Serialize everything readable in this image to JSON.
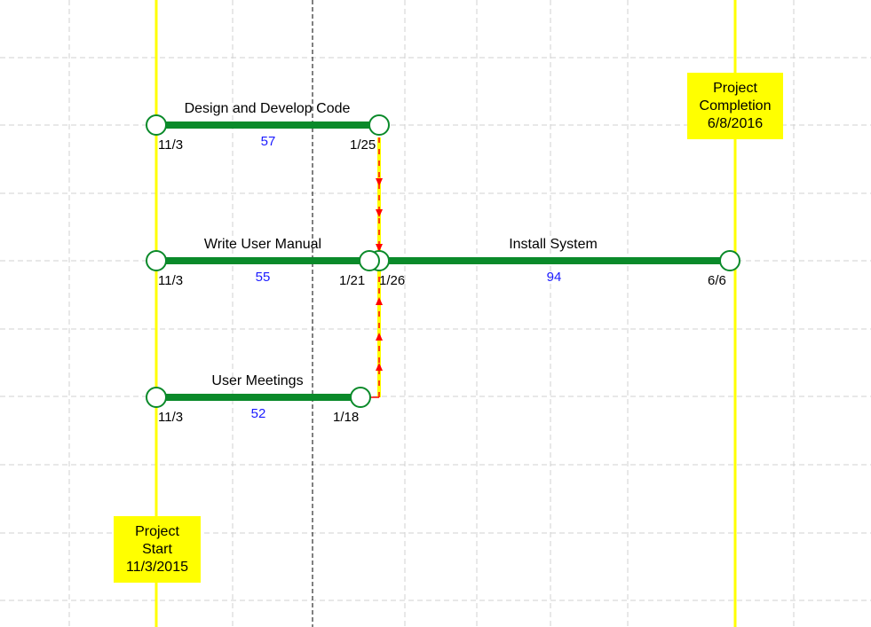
{
  "diagram": {
    "colors": {
      "background": "#ffffff",
      "grid": "#d0d0d0",
      "today_line": "#000000",
      "milestone_line": "#ffff00",
      "milestone_box": "#ffff00",
      "task_bar": "#0a8a2a",
      "node_fill": "#ffffff",
      "duration_text": "#1a1aff",
      "dependency_arrow": "#ff0000",
      "dependency_highlight": "#ffff00"
    },
    "tasks": [
      {
        "name": "Design and Develop Code",
        "start": "11/3",
        "end": "1/25",
        "duration": "57"
      },
      {
        "name": "Write User Manual",
        "start": "11/3",
        "end": "1/21",
        "duration": "55"
      },
      {
        "name": "Install System",
        "start": "1/26",
        "end": "6/6",
        "duration": "94"
      },
      {
        "name": "User Meetings",
        "start": "11/3",
        "end": "1/18",
        "duration": "52"
      }
    ],
    "milestones": {
      "start": {
        "line1": "Project",
        "line2": "Start",
        "line3": "11/3/2015"
      },
      "completion": {
        "line1": "Project",
        "line2": "Completion",
        "line3": "6/8/2016"
      }
    }
  }
}
